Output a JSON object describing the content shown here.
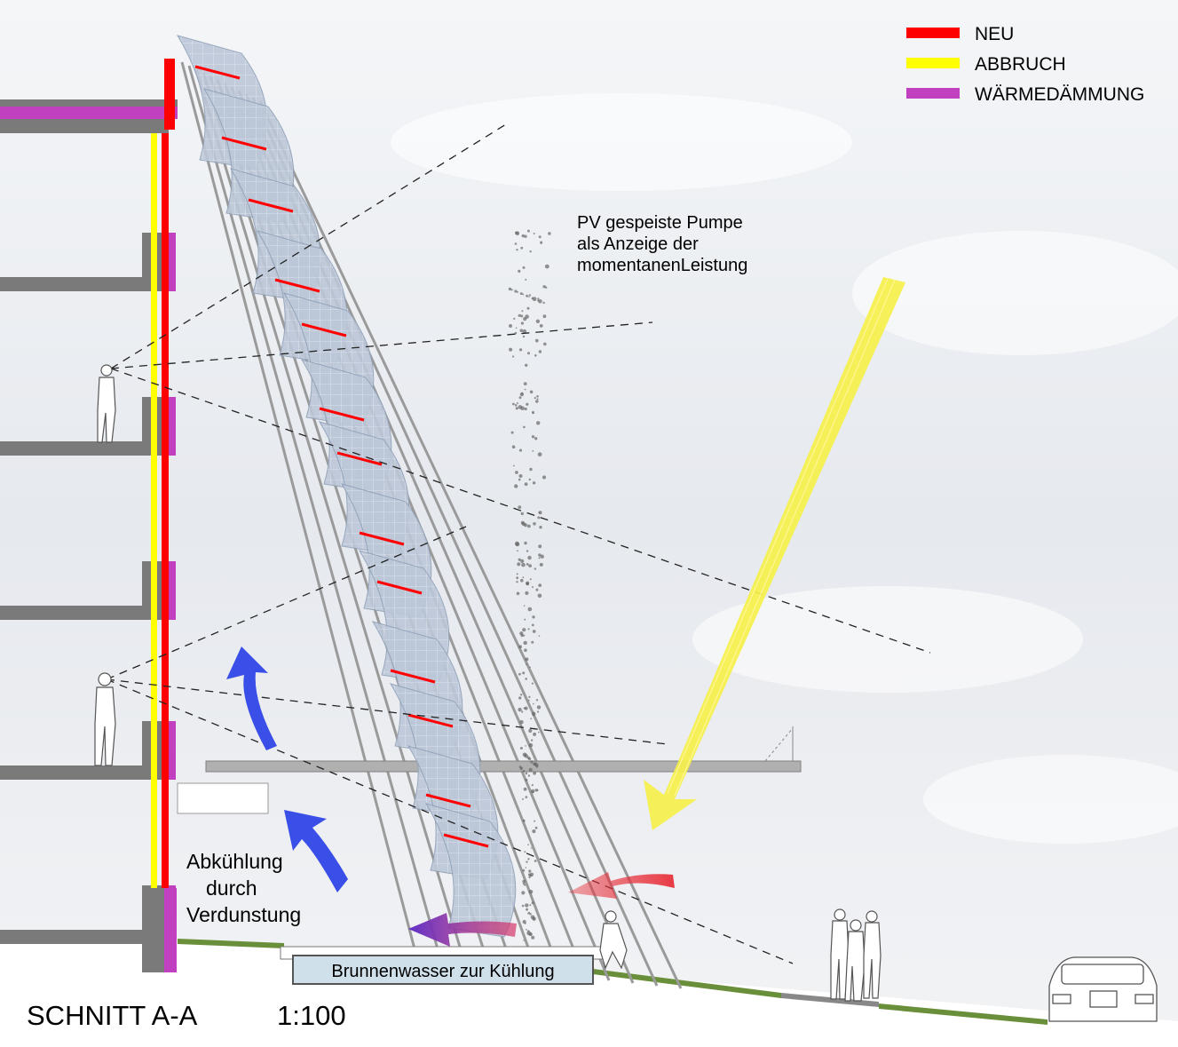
{
  "legend": {
    "items": [
      {
        "label": "NEU",
        "color": "#ff0000"
      },
      {
        "label": "ABBRUCH",
        "color": "#ffff00"
      },
      {
        "label": "WÄRMEDÄMMUNG",
        "color": "#c040c0"
      }
    ]
  },
  "annotations": {
    "pump_note": [
      "PV gespeiste Pumpe",
      "als Anzeige der",
      "momentanenLeistung"
    ],
    "cooling_note": [
      "Abkühlung",
      "durch",
      "Verdunstung"
    ],
    "basin_label": "Brunnenwasser zur Kühlung"
  },
  "footer": {
    "section_title": "SCHNITT A-A",
    "scale": "1:100"
  },
  "colors": {
    "new": "#ff0000",
    "demolition": "#ffff00",
    "insulation": "#c040c0",
    "structure_gray": "#7a7a7a",
    "panel_blue": "#b9c4d6",
    "sun_yellow": "#f5f04a",
    "warm_air": "#e8303a",
    "cool_air": "#3a4ee8",
    "grass": "#6a8f3a"
  },
  "icons": [
    "sun-ray-arrow",
    "cool-air-arrow",
    "warm-air-arrow",
    "person-figure",
    "car-front"
  ]
}
